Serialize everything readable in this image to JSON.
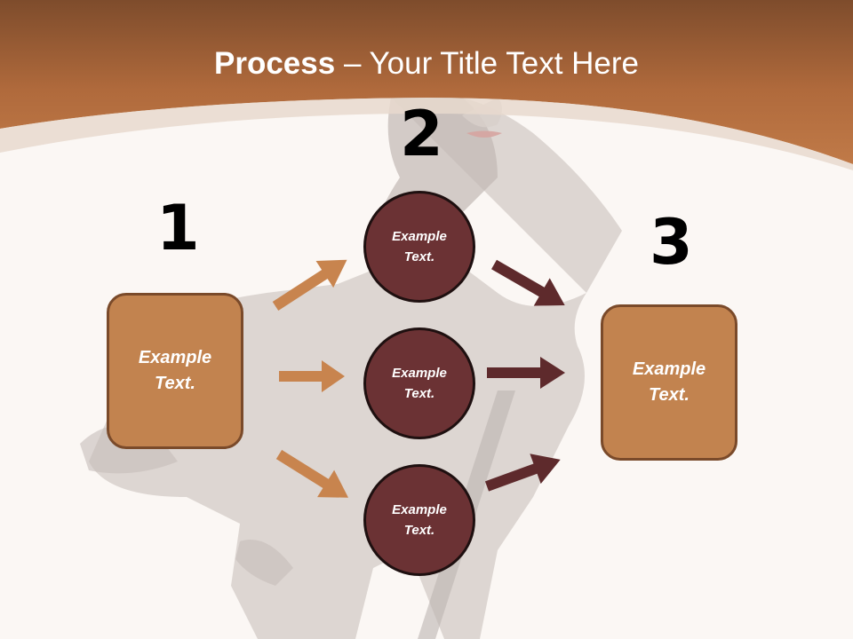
{
  "title": {
    "bold": "Process",
    "rest": " – Your Title Text Here"
  },
  "steps": [
    {
      "number": "1",
      "label_line1": "Example",
      "label_line2": "Text."
    },
    {
      "number": "2",
      "circles": [
        {
          "label_line1": "Example",
          "label_line2": "Text."
        },
        {
          "label_line1": "Example",
          "label_line2": "Text."
        },
        {
          "label_line1": "Example",
          "label_line2": "Text."
        }
      ]
    },
    {
      "number": "3",
      "label_line1": "Example",
      "label_line2": "Text."
    }
  ],
  "colors": {
    "header": "#b87447",
    "box_fill": "#c2834f",
    "circle_fill": "#6b3234",
    "arrow_left": "#c8844e",
    "arrow_right": "#5e2a2c",
    "background": "#fbf7f4"
  }
}
